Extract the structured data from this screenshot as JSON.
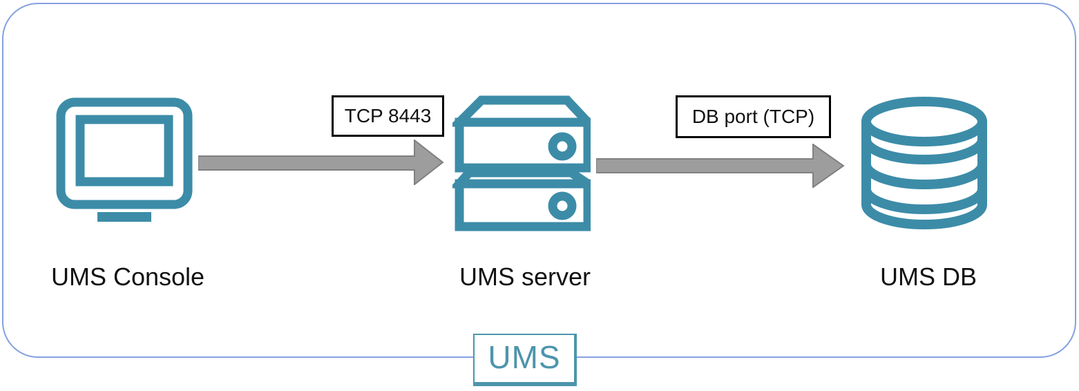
{
  "diagram": {
    "nodes": [
      {
        "label": "UMS Console",
        "icon": "monitor-icon"
      },
      {
        "label": "UMS server",
        "icon": "server-stack-icon"
      },
      {
        "label": "UMS DB",
        "icon": "database-cylinder-icon"
      }
    ],
    "connections": [
      {
        "from": "UMS Console",
        "to": "UMS server",
        "label": "TCP 8443",
        "direction": "right"
      },
      {
        "from": "UMS server",
        "to": "UMS DB",
        "label": "DB port (TCP)",
        "direction": "right"
      }
    ],
    "badge": {
      "label": "UMS"
    },
    "colors": {
      "icon_teal": "#3C8CA8",
      "badge_teal": "#4D95AC",
      "arrow_fill": "#9D9D9D",
      "arrow_stroke": "#808080",
      "frame_blue": "#84A0E0",
      "label_box_border": "#000000",
      "text": "#111111"
    }
  }
}
